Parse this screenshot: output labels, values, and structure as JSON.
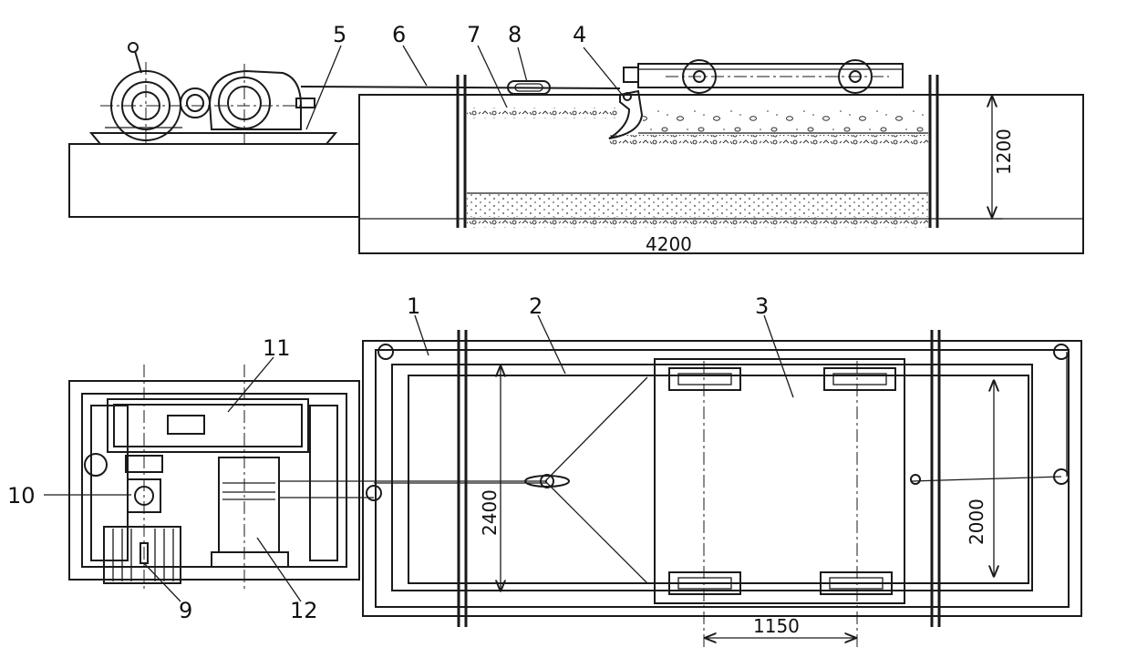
{
  "labels": {
    "n1": "1",
    "n2": "2",
    "n3": "3",
    "n4": "4",
    "n5": "5",
    "n6": "6",
    "n7": "7",
    "n8": "8",
    "n9": "9",
    "n10": "10",
    "n11": "11",
    "n12": "12"
  },
  "dimensions": {
    "length": "4200",
    "depth": "1200",
    "width_outer": "2400",
    "width_inner": "2000",
    "spacing": "1150"
  }
}
